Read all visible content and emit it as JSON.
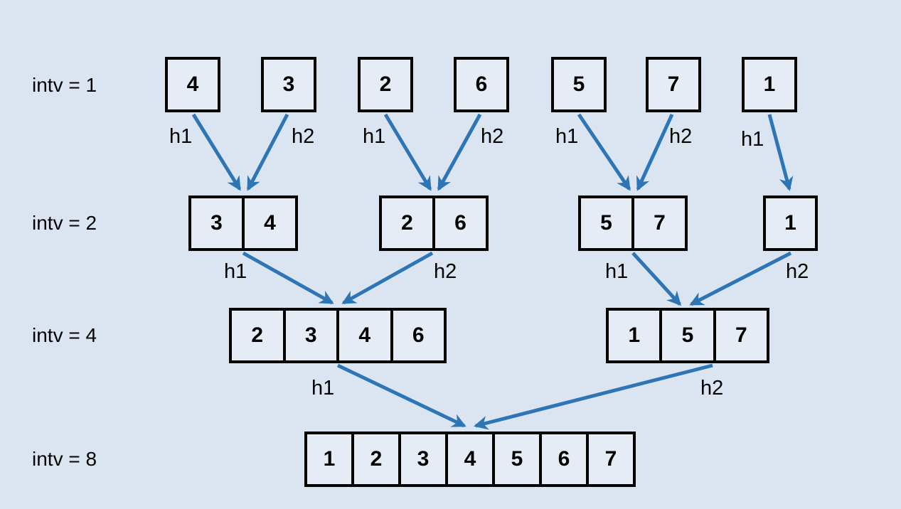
{
  "diagram_title": "merge-sort-intervals",
  "colors": {
    "background": "#dbe5f1",
    "box_fill": "#e5ecf6",
    "box_border": "#000000",
    "arrow": "#2e75b6",
    "text": "#000000"
  },
  "rows": [
    {
      "label": "intv = 1",
      "groups": [
        [
          "4"
        ],
        [
          "3"
        ],
        [
          "2"
        ],
        [
          "6"
        ],
        [
          "5"
        ],
        [
          "7"
        ],
        [
          "1"
        ]
      ],
      "merge_labels": [
        "h1",
        "h2",
        "h1",
        "h2",
        "h1",
        "h2",
        "h1"
      ]
    },
    {
      "label": "intv = 2",
      "groups": [
        [
          "3",
          "4"
        ],
        [
          "2",
          "6"
        ],
        [
          "5",
          "7"
        ],
        [
          "1"
        ]
      ],
      "merge_labels": [
        "h1",
        "h2",
        "h1",
        "h2"
      ]
    },
    {
      "label": "intv = 4",
      "groups": [
        [
          "2",
          "3",
          "4",
          "6"
        ],
        [
          "1",
          "5",
          "7"
        ]
      ],
      "merge_labels": [
        "h1",
        "h2"
      ]
    },
    {
      "label": "intv = 8",
      "groups": [
        [
          "1",
          "2",
          "3",
          "4",
          "5",
          "6",
          "7"
        ]
      ],
      "merge_labels": []
    }
  ]
}
